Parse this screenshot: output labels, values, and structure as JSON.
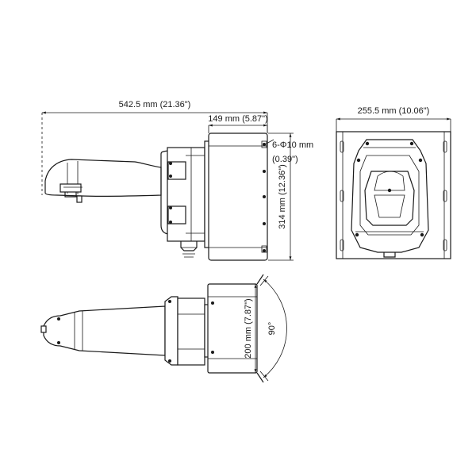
{
  "dimensions": {
    "overall_length": "542.5 mm (21.36\")",
    "box_depth": "149 mm (5.87\")",
    "hole_spec_line1": "6-Φ10 mm",
    "hole_spec_line2": "(0.39\")",
    "plate_height": "314 mm (12.36\")",
    "plate_width": "255.5 mm (10.06\")",
    "pole_diameter": "200 mm (7.87\")",
    "rotation_angle": "90°"
  }
}
